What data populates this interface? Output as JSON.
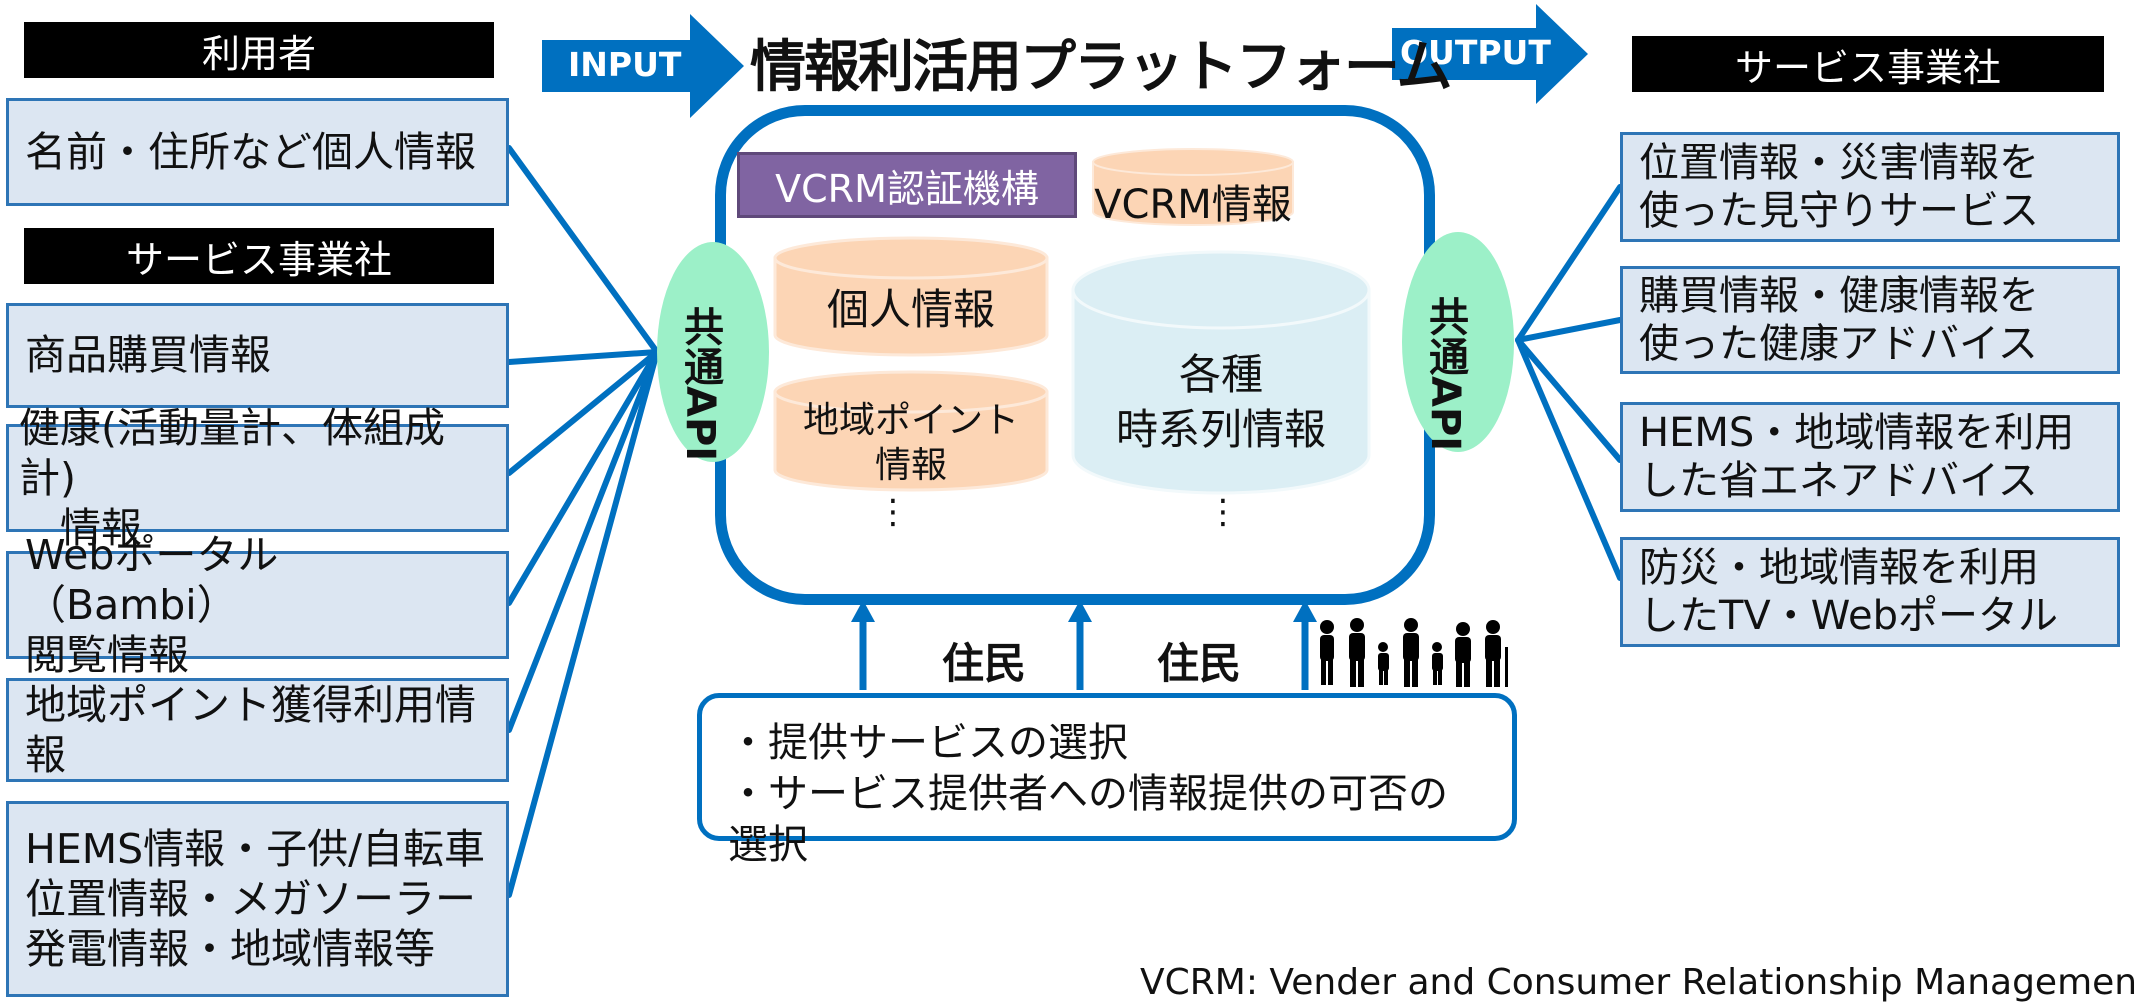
{
  "colors": {
    "accent_blue": "#0070c0",
    "box_fill": "#dce6f2",
    "box_border": "#2e75b6",
    "api_green": "#9cf0c8",
    "cylinder_orange": "#fcd5b5",
    "cylinder_blue": "#dbeef4",
    "vcrm_purple": "#8064a2"
  },
  "header": {
    "title": "情報利活用プラットフォーム",
    "input_label": "INPUT",
    "output_label": "OUTPUT"
  },
  "left": {
    "user_header": "利用者",
    "user_items": [
      "名前・住所など個人情報"
    ],
    "provider_header": "サービス事業社",
    "provider_items": [
      "商品購買情報",
      "健康(活動量計、体組成計)\n　情報",
      "Webポータル（Bambi）\n閲覧情報",
      "地域ポイント獲得利用情報",
      "HEMS情報・子供/自転車\n位置情報・メガソーラー\n発電情報・地域情報等"
    ]
  },
  "platform": {
    "api_left": "共通API",
    "api_right": "共通API",
    "vcrm_auth": "VCRM認証機構",
    "vcrm_info": "VCRM情報",
    "personal_info": "個人情報",
    "local_points": "地域ポイント\n情報",
    "time_series": "各種\n時系列情報",
    "ellipsis": "⋮"
  },
  "right": {
    "header": "サービス事業社",
    "items": [
      "位置情報・災害情報を\n使った見守りサービス",
      "購買情報・健康情報を\n使った健康アドバイス",
      "HEMS・地域情報を利用\nした省エネアドバイス",
      "防災・地域情報を利用\nしたTV・Webポータル"
    ]
  },
  "residents": {
    "label": "住民",
    "family_icon": "family-people-icon",
    "choices": [
      "・提供サービスの選択",
      "・サービス提供者への情報提供の可否の選択"
    ]
  },
  "footnote": "VCRM: Vender and Consumer Relationship Management"
}
